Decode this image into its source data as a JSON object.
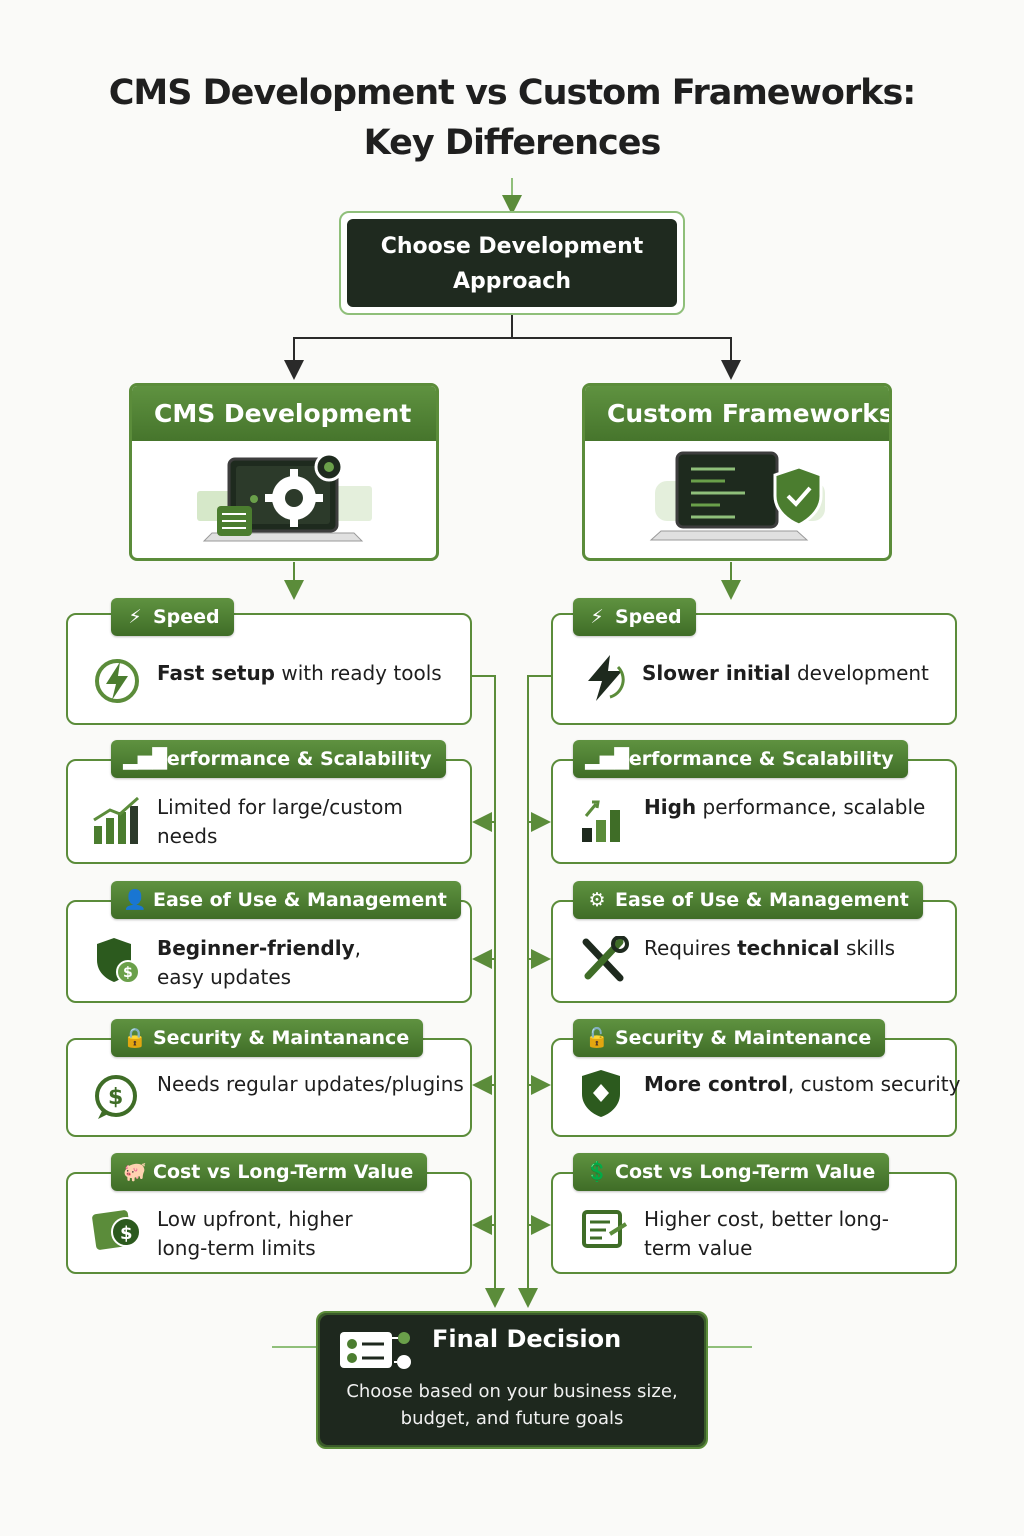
{
  "title": {
    "line1": "CMS Development vs Custom Frameworks:",
    "line2": "Key Differences"
  },
  "root": {
    "line1": "Choose Development",
    "line2": "Approach"
  },
  "colors": {
    "green": "#5b8c3a",
    "dark": "#1f2a1f",
    "light_green": "#8fbf7a"
  },
  "cms": {
    "title": "CMS Development",
    "cards": [
      {
        "tab": "Speed",
        "tab_icon": "lightning-icon",
        "icon": "lightning-circle-icon",
        "bold1": "Fast setup",
        "text1": " with ready tools",
        "line2": ""
      },
      {
        "tab": "Performance & Scalability",
        "tab_icon": "bar-chart-icon",
        "icon": "growth-chart-icon",
        "bold1": "",
        "text1": "Limited for large/custom",
        "line2": "needs"
      },
      {
        "tab": "Ease of Use & Management",
        "tab_icon": "user-icon",
        "icon": "shield-dollar-icon",
        "bold1": "Beginner-friendly",
        "text1": ",",
        "line2": "easy updates"
      },
      {
        "tab": "Security & Maintanance",
        "tab_icon": "lock-icon",
        "icon": "dollar-chat-icon",
        "bold1": "",
        "text1": "Needs regular updates/plugins",
        "line2": ""
      },
      {
        "tab": "Cost vs Long-Term Value",
        "tab_icon": "piggy-bank-icon",
        "icon": "money-icon",
        "bold1": "",
        "text1": "Low upfront, higher",
        "line2": "long-term limits"
      }
    ]
  },
  "custom": {
    "title": "Custom Frameworks",
    "cards": [
      {
        "tab": "Speed",
        "tab_icon": "lightning-icon",
        "icon": "lightning-bolt-icon",
        "bold1": "Slower initial",
        "text1": " development",
        "line2": ""
      },
      {
        "tab": "Performance & Scalability",
        "tab_icon": "bar-chart-icon",
        "icon": "growth-chart-icon",
        "bold1": "High",
        "text1": " performance, scalable",
        "line2": ""
      },
      {
        "tab": "Ease of Use & Management",
        "tab_icon": "gear-icon",
        "icon": "tools-icon",
        "bold1": "",
        "text1": "Requires ",
        "bold2": "technical",
        "text2": " skills",
        "line2": ""
      },
      {
        "tab": "Security & Maintenance",
        "tab_icon": "lock-icon",
        "icon": "shield-icon",
        "bold1": "More control",
        "text1": ", custom security",
        "line2": ""
      },
      {
        "tab": "Cost vs Long-Term Value",
        "tab_icon": "dollar-tag-icon",
        "icon": "invoice-icon",
        "bold1": "",
        "text1": "Higher cost, better long-",
        "line2": "term value"
      }
    ]
  },
  "final": {
    "title": "Final Decision",
    "line1": "Choose based on your business size,",
    "line2": "budget, and future goals",
    "icon": "decision-board-icon"
  }
}
